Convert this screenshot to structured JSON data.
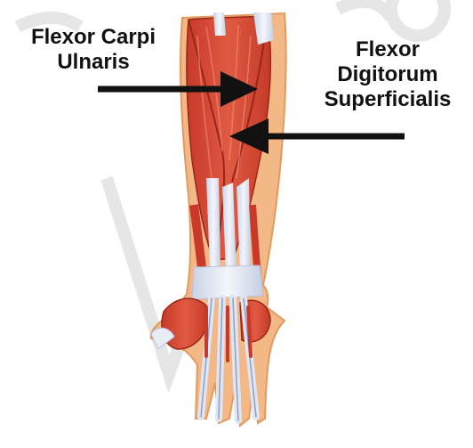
{
  "labels": {
    "flexor_carpi_ulnaris": [
      "Flexor Carpi",
      "Ulnaris"
    ],
    "flexor_digitorum_superficialis": [
      "Flexor",
      "Digitorum",
      "Superficialis"
    ]
  },
  "colors": {
    "muscle": "#d94a35",
    "muscle_dark": "#b3301f",
    "tendon": "#e8ecf5",
    "skin": "#f0b07a",
    "watermark": "#e4e4e4",
    "arrow": "#111111"
  }
}
